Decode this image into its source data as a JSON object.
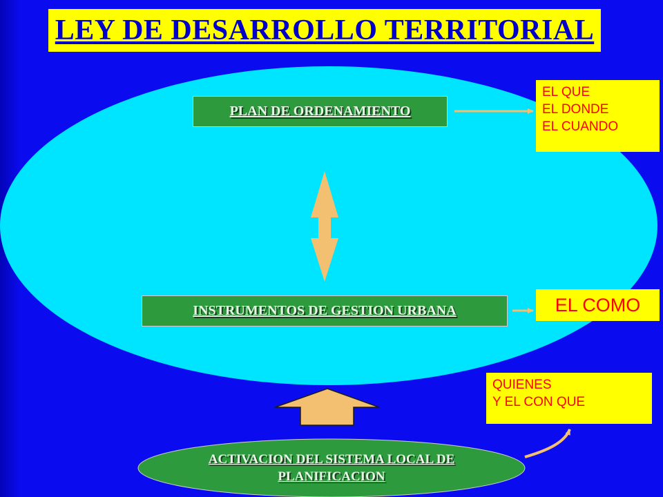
{
  "title": "LEY DE DESARROLLO TERRITORIAL",
  "plan_box": "PLAN DE ORDENAMIENTO",
  "instruments_box": "INSTRUMENTOS DE GESTION URBANA",
  "activation": {
    "line1": "ACTIVACION DEL SISTEMA LOCAL DE",
    "line2": "PLANIFICACION"
  },
  "questions_what_where_when": [
    "EL QUE",
    "EL DONDE",
    "EL CUANDO"
  ],
  "question_how": "EL COMO",
  "questions_who_with_what": [
    "QUIENES",
    "Y EL CON QUE"
  ],
  "colors": {
    "background": "#0b0bf0",
    "title_bg": "#ffff00",
    "title_text": "#0000c8",
    "ellipse": "#00e5ff",
    "green_box": "#2e9a3e",
    "yellow_box": "#ffff00",
    "yellow_text": "#ff0000",
    "arrow": "#f2c070"
  }
}
